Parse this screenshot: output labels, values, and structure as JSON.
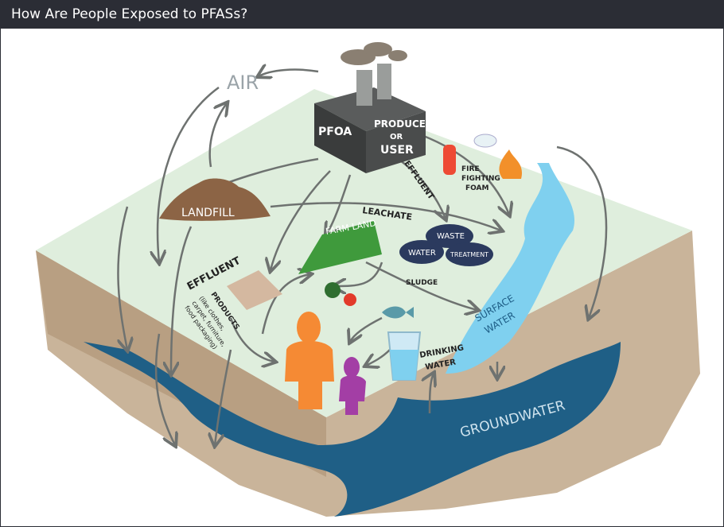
{
  "window": {
    "title": "How Are People Exposed to PFASs?"
  },
  "labels": {
    "air": "AIR",
    "pfoa": "PFOA",
    "producer": "PRODUCER",
    "or": "OR",
    "user": "USER",
    "fire": "FIRE",
    "fighting": "FIGHTING",
    "foam": "FOAM",
    "effluent_top": "EFFLUENT",
    "landfill": "LANDFILL",
    "leachate": "LEACHATE",
    "farm_land": "FARM LAND",
    "waste": "WASTE",
    "water": "WATER",
    "treatment": "TREATMENT",
    "sludge": "SLUDGE",
    "effluent_left": "EFFLUENT",
    "products": "PRODUCTS",
    "products_detail_1": "(like clothes,",
    "products_detail_2": "carpet, furniture,",
    "products_detail_3": "food packaging)",
    "surface": "SURFACE",
    "surface_water": "WATER",
    "drinking": "DRINKING",
    "drinking_water": "WATER",
    "groundwater": "GROUNDWATER"
  },
  "colors": {
    "titlebar": "#2b2d35",
    "land": "#dfeedd",
    "soil": "#b8a48c",
    "groundwater": "#1f5f86",
    "surface_water": "#7fd0ef",
    "adult": "#f58a34",
    "child": "#a33ea5"
  }
}
